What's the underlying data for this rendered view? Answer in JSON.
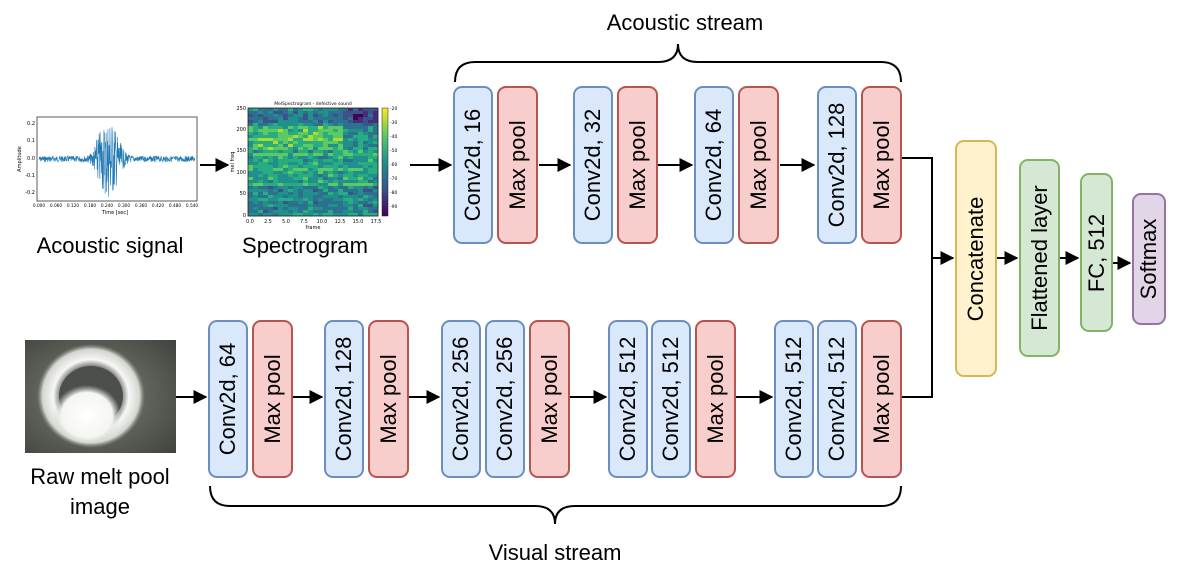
{
  "labels": {
    "acoustic_stream": "Acoustic stream",
    "visual_stream": "Visual stream",
    "acoustic_signal": "Acoustic signal",
    "spectrogram": "Spectrogram",
    "raw_image_line1": "Raw melt pool",
    "raw_image_line2": "image"
  },
  "acoustic_blocks": [
    {
      "conv": "Conv2d, 16",
      "pool": "Max pool"
    },
    {
      "conv": "Conv2d, 32",
      "pool": "Max pool"
    },
    {
      "conv": "Conv2d, 64",
      "pool": "Max pool"
    },
    {
      "conv": "Conv2d, 128",
      "pool": "Max pool"
    }
  ],
  "visual_blocks": [
    {
      "convs": [
        "Conv2d, 64"
      ],
      "pool": "Max pool"
    },
    {
      "convs": [
        "Conv2d, 128"
      ],
      "pool": "Max pool"
    },
    {
      "convs": [
        "Conv2d, 256",
        "Conv2d, 256"
      ],
      "pool": "Max pool"
    },
    {
      "convs": [
        "Conv2d, 512",
        "Conv2d, 512"
      ],
      "pool": "Max pool"
    },
    {
      "convs": [
        "Conv2d, 512",
        "Conv2d, 512"
      ],
      "pool": "Max pool"
    }
  ],
  "head": {
    "concatenate": "Concatenate",
    "flattened": "Flattened layer",
    "fc": "FC,  512",
    "softmax": "Softmax"
  },
  "signal_plot": {
    "ylabel": "Amplitude",
    "xlabel": "Time [sec]",
    "yticks": [
      "0.2",
      "0.1",
      "0.0",
      "-0.1",
      "-0.2"
    ],
    "xticks": [
      "0.000",
      "0.060",
      "0.120",
      "0.180",
      "0.240",
      "0.300",
      "0.360",
      "0.420",
      "0.480",
      "0.540"
    ]
  },
  "spectrogram_plot": {
    "title": "MelSpectrogram - defective sound",
    "ylabel": "mel freq",
    "xlabel": "frame",
    "yticks": [
      "250",
      "200",
      "150",
      "100",
      "50",
      "0"
    ],
    "xticks": [
      "0.0",
      "2.5",
      "5.0",
      "7.5",
      "10.0",
      "12.5",
      "15.0",
      "17.5"
    ],
    "cbar_ticks": [
      "-20",
      "-30",
      "-40",
      "-50",
      "-60",
      "-70",
      "-80",
      "-90"
    ]
  },
  "colors": {
    "conv_fill": "#dae8fc",
    "conv_border": "#6c8ebf",
    "pool_fill": "#f8cecc",
    "pool_border": "#b85450",
    "concat_fill": "#fff2cc",
    "concat_border": "#d6b656",
    "fc_fill": "#d5e8d4",
    "fc_border": "#82b366",
    "softmax_fill": "#e1d5e7",
    "softmax_border": "#9673a6"
  }
}
